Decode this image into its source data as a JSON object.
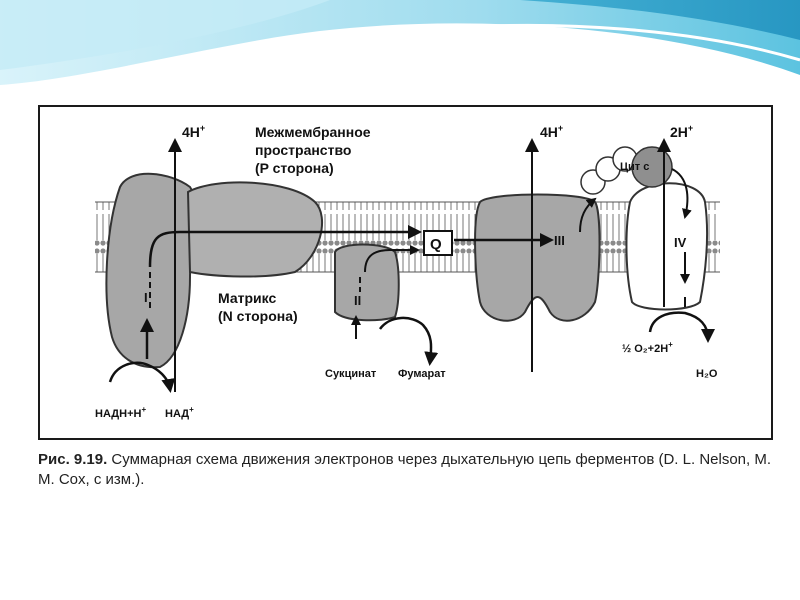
{
  "diagram": {
    "intermembrane_label": [
      "Межмембранное",
      "пространство",
      "(P сторона)"
    ],
    "matrix_label": [
      "Матрикс",
      "(N сторона)"
    ],
    "protons_complex1": "4H",
    "protons_complex3": "4H",
    "protons_complex4": "2H",
    "plus": "+",
    "complex1": "I",
    "complex2": "II",
    "complex3": "III",
    "complex4": "IV",
    "quinone": "Q",
    "cytochrome_c": "Цит c",
    "nadh": "НАДН+Н",
    "nad": "НАД",
    "succinate": "Сукцинат",
    "fumarate": "Фумарат",
    "oxygen": "½ O₂+2H",
    "water": "H₂O"
  },
  "caption": {
    "number": "Рис. 9.19.",
    "text": " Суммарная схема движения электронов через дыхательную цепь ферментов (D. L. Nelson, M. M. Cox, с изм.)."
  },
  "colors": {
    "header_wave_light": "#bfe9f5",
    "header_wave_mid": "#7fd0e8",
    "header_wave_dark": "#2fa7cc",
    "protein_fill": "#a9a9a9",
    "membrane_fill": "#bdbdbd"
  }
}
